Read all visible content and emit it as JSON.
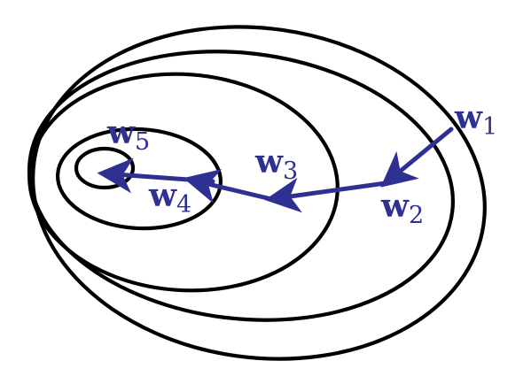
{
  "colors": {
    "contour": "#000000",
    "path": "#2e3192"
  },
  "points": [
    {
      "symbol": "w",
      "subscript": "1"
    },
    {
      "symbol": "w",
      "subscript": "2"
    },
    {
      "symbol": "w",
      "subscript": "3"
    },
    {
      "symbol": "w",
      "subscript": "4"
    },
    {
      "symbol": "w",
      "subscript": "5"
    }
  ],
  "contour_count": 5,
  "step_count": 4
}
